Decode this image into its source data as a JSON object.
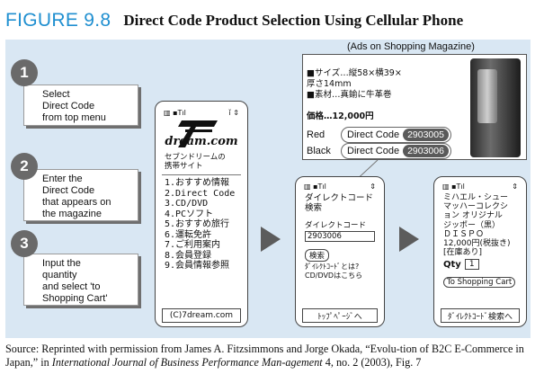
{
  "figure": {
    "number": "FIGURE 9.8",
    "title": "Direct Code Product Selection Using Cellular Phone"
  },
  "ads_note": "(Ads  on Shopping Magazine)",
  "steps": [
    {
      "num": "1",
      "text": "Select\nDirect Code\nfrom  top menu"
    },
    {
      "num": "2",
      "text": "Enter the\nDirect Code\nthat appears on\nthe magazine"
    },
    {
      "num": "3",
      "text": "Input the\nquantity\nand select 'to\nShopping Cart'"
    }
  ],
  "phone1": {
    "status_left": "▥ ▪Tıl",
    "status_right": "ǐ  ⇕",
    "logo": "dream.com",
    "heading": "セブンドリームの\n携帯サイト",
    "menu": "1.おすすめ情報\n2.Direct Code\n3.CD/DVD\n4.PCソフト\n5.おすすめ旅行\n6.運転免許\n7.ご利用案内\n8.会員登録\n9.会員情報参照",
    "footer": "(C)7dream.com"
  },
  "phone2": {
    "status_left": "▥ ▪Tıl",
    "status_right": "⇕",
    "label": "ダイレクトコード\n検索",
    "field_label": "ダイレクトコード",
    "field_value": "2903006",
    "search_button": "検索",
    "help_text": "ﾀﾞｲﾚｸﾄｺｰﾄﾞとは?\nCD/DVDはこちら",
    "footer": "ﾄｯﾌﾟﾍﾟｰｼﾞへ"
  },
  "phone3": {
    "status_left": "▥ ▪Tıl",
    "status_right": "⇕",
    "product": "ミハエル・シュー\nマッハーコレクシ\nョン オリジナル\nジッポー（黒）\nＤＩＳＰＯ\n12,000円(税抜き)\n[在庫あり]",
    "qty_label": "Qty",
    "qty_value": "1",
    "cart_button": "To Shopping Cart",
    "footer": "ﾀﾞｲﾚｸﾄｺｰﾄﾞ検索へ"
  },
  "ad": {
    "text": "■サイズ…縦58×横39×\n厚さ14mm\n■素材…真鍮に牛革巻",
    "price": "価格…12,000円",
    "codes": [
      {
        "color": "Red",
        "label": "Direct Code",
        "num": "2903005"
      },
      {
        "color": "Black",
        "label": "Direct Code",
        "num": "2903006"
      }
    ]
  },
  "source": {
    "pre": "Source: Reprinted with permission from James A. Fitzsimmons and Jorge Okada, “Evolu-tion of B2C E-Commerce in Japan,” in ",
    "journal": "International Journal of Business Performance Man-agement",
    "post": " 4, no. 2 (2003), Fig. 7"
  }
}
